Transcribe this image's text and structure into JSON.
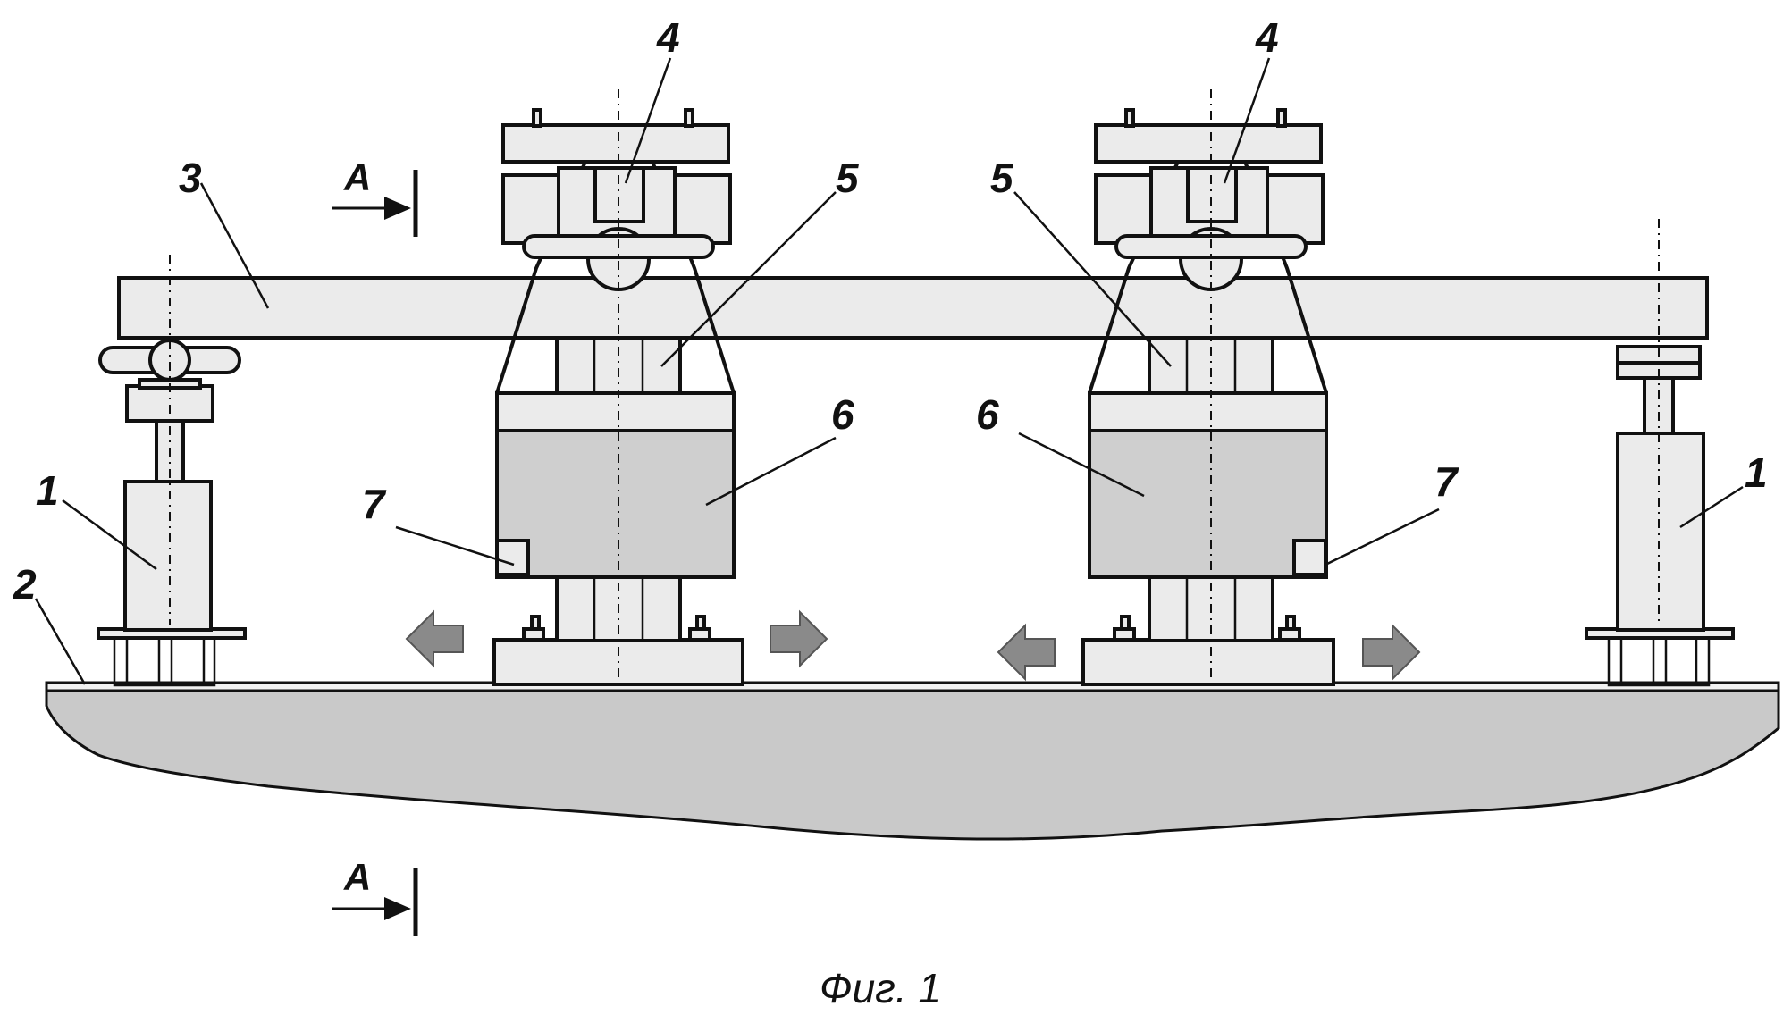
{
  "labels": {
    "jack_left": "1",
    "jack_right": "1",
    "base": "2",
    "beam": "3",
    "head_left": "4",
    "head_right": "4",
    "column_left": "5",
    "column_right": "5",
    "block_left": "6",
    "block_right": "6",
    "sensor_left": "7",
    "sensor_right": "7"
  },
  "section": {
    "top": "A",
    "bottom": "A"
  },
  "caption": "Фиг. 1"
}
